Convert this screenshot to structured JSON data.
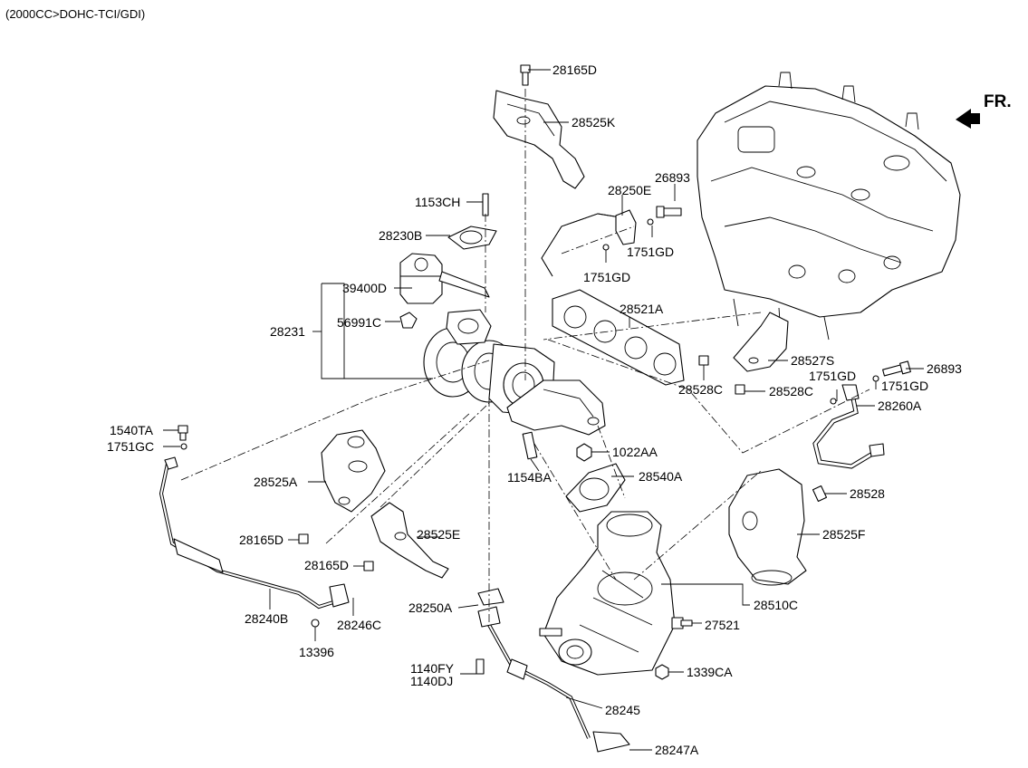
{
  "diagram": {
    "subtitle": "(2000CC>DOHC-TCI/GDI)",
    "direction_label": "FR.",
    "direction_icon": "fr-arrow-icon",
    "part_labels": {
      "p28165D_top": "28165D",
      "p28525K": "28525K",
      "p26893_top": "26893",
      "p28250E": "28250E",
      "p1153CH": "1153CH",
      "p28230B": "28230B",
      "p1751GD_a": "1751GD",
      "p1751GD_b": "1751GD",
      "p39400D": "39400D",
      "p28521A": "28521A",
      "p28231": "28231",
      "p56991C": "56991C",
      "p28527S": "28527S",
      "p1751GD_c": "1751GD",
      "p26893_right": "26893",
      "p28528C_a": "28528C",
      "p28528C_b": "28528C",
      "p1751GD_d": "1751GD",
      "p28260A": "28260A",
      "p1540TA": "1540TA",
      "p1751GC": "1751GC",
      "p1022AA": "1022AA",
      "p28525A": "28525A",
      "p1154BA": "1154BA",
      "p28540A": "28540A",
      "p28528": "28528",
      "p28525F": "28525F",
      "p28165D_left": "28165D",
      "p28525E": "28525E",
      "p28165D_mid": "28165D",
      "p28250A": "28250A",
      "p28510C": "28510C",
      "p28240B": "28240B",
      "p28246C": "28246C",
      "p27521": "27521",
      "p13396": "13396",
      "p1140FY": "1140FY",
      "p1140DJ": "1140DJ",
      "p1339CA": "1339CA",
      "p28245": "28245",
      "p28247A": "28247A"
    }
  }
}
